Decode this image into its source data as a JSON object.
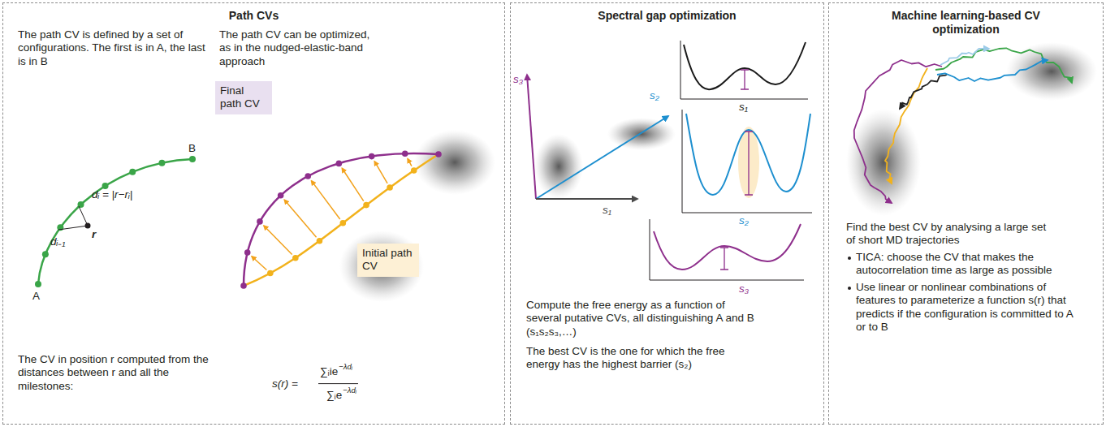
{
  "diagram": {
    "nodes": [
      {
        "text": [
          "Path CVs",
          "The path CV is defined by a set of configurations. The first is in A, the last is in B",
          "The path CV can be optimized, as in the nudged-elastic-band approach",
          "The CV in position r computed from the distances between r and all the milestones:"
        ]
      },
      {
        "text": [
          "Final path CV"
        ],
        "in": 0
      },
      {
        "text": [
          "Initial path CV"
        ],
        "in": 0
      },
      {
        "text": [
          "Spectral gap optimization",
          "Compute the free energy as a function of several putative CVs, all distinguishing A and B (s₁s₂s₃,…)",
          "The best CV is the one for which the free energy has the highest barrier (s₂)"
        ]
      },
      {
        "text": [
          "Machine learning-based CV optimization",
          "Find the best CV by analysing a large set of short MD trajectories",
          "TICA: choose the CV that makes the autocorrelation time as large as possible",
          "Use linear or nonlinear combinations of features to parameterize a function s(r) that predicts if the configuration is committed to A or to B"
        ]
      }
    ],
    "labels": [
      "A",
      "B",
      "dᵢ = |r−rᵢ|",
      "dᵢ₋₁",
      "r",
      "s(r) =",
      "∑ᵢie",
      "−λdᵢ",
      "∑ᵢe",
      "−λdᵢ",
      "s₃",
      "s₂",
      "s₁",
      "s₁",
      "s₂",
      "s₃"
    ]
  }
}
